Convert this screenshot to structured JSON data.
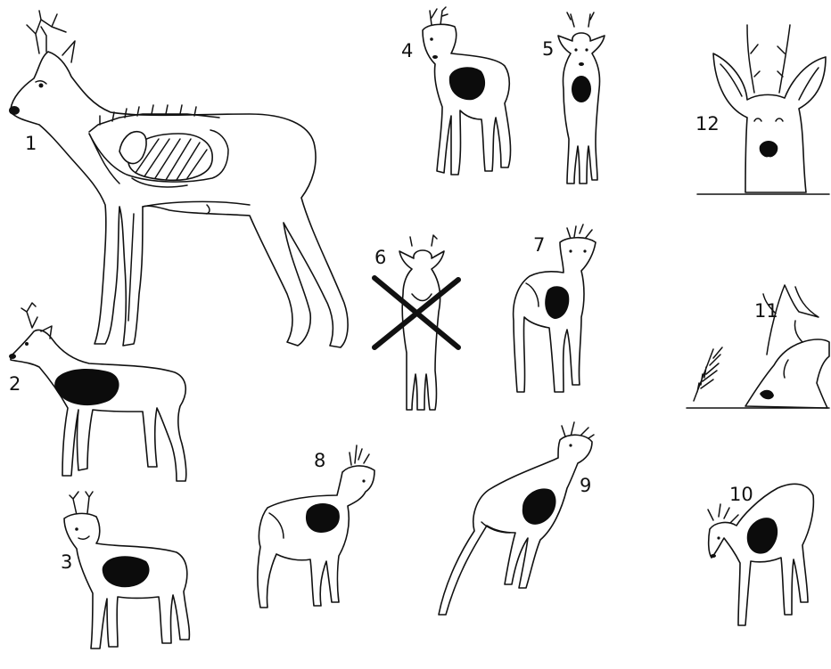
{
  "figure_labels": {
    "fig1": "1",
    "fig2": "2",
    "fig3": "3",
    "fig4": "4",
    "fig5": "5",
    "fig6": "6",
    "fig7": "7",
    "fig8": "8",
    "fig9": "9",
    "fig10": "10",
    "fig11": "11",
    "fig12": "12"
  },
  "colors": {
    "ink": "#111111",
    "target_zone": "#0c0c0c",
    "background": "#ffffff"
  },
  "rejected_figure": "6"
}
